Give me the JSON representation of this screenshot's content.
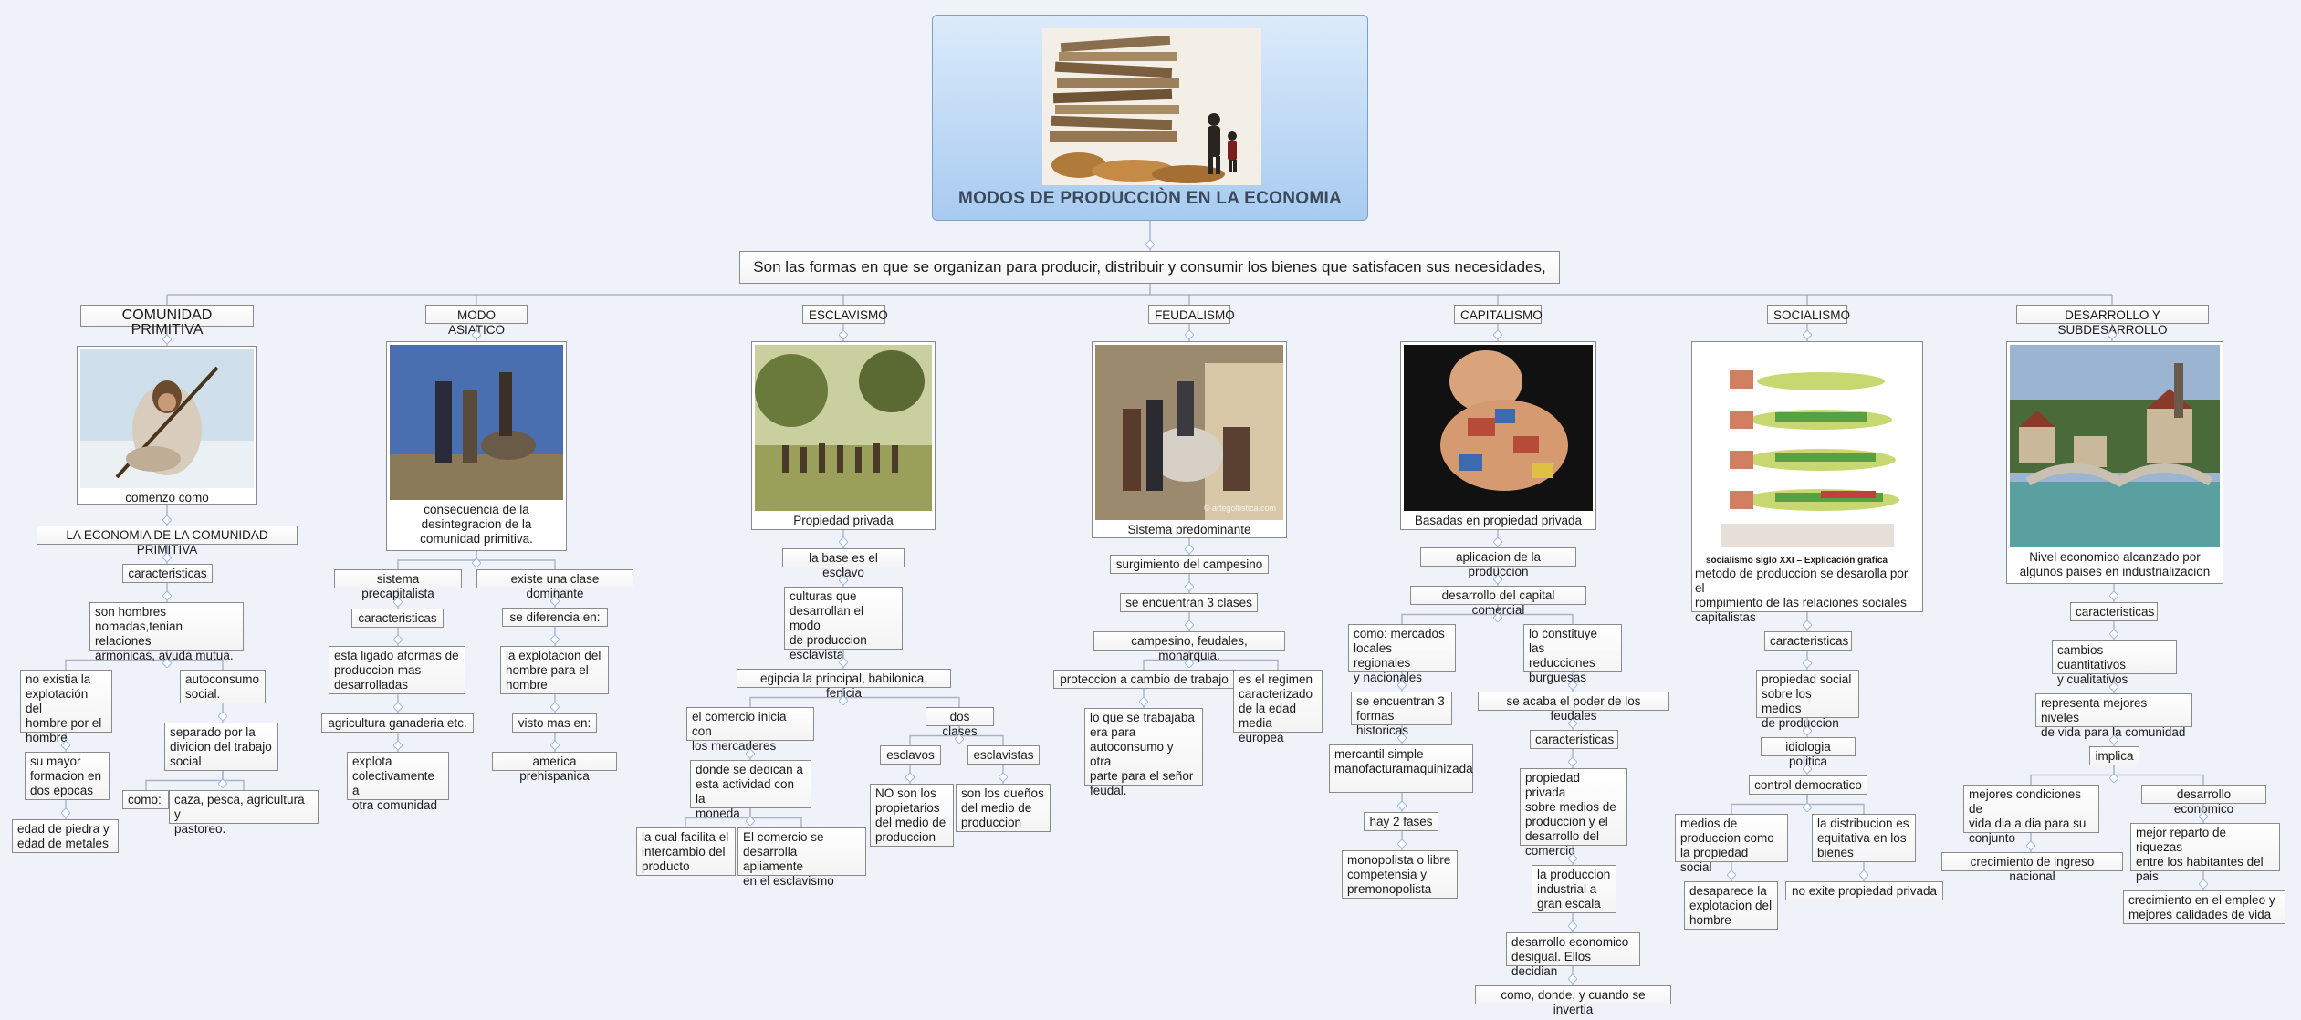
{
  "root": {
    "title": "MODOS DE PRODUCCIÒN EN LA ECONOMIA"
  },
  "definition": "Son las formas en que se organizan para producir, distribuir y consumir los bienes que satisfacen sus necesidades,",
  "branches": {
    "primitiva": {
      "topic": "COMUNIDAD PRIMITIVA",
      "caption": "comenzo como",
      "nodes": [
        "LA ECONOMIA DE LA COMUNIDAD PRIMITIVA",
        "caracteristicas",
        "son hombres\nnomadas,tenian relaciones\narmonicas, ayuda mutua.",
        "no existia la\nexplotación del\nhombre por el\nhombre",
        "su mayor\nformacion en\ndos epocas",
        "edad de piedra y\nedad de metales",
        "autoconsumo\nsocial.",
        "separado  por la\ndivicion del trabajo\nsocial",
        "como:",
        "caza, pesca, agricultura y\npastoreo."
      ]
    },
    "asiatico": {
      "topic": "MODO ASIATICO",
      "caption": "consecuencia de la\ndesintegracion de la\ncomunidad primitiva.",
      "nodes": [
        "sistema precapitalista",
        "caracteristicas",
        "esta ligado aformas de\nproduccion mas\ndesarrolladas",
        "agricultura ganaderia  etc.",
        "explota\ncolectivamente a\notra comunidad",
        "existe una clase dominante",
        "se diferencia en:",
        "la explotacion del\nhombre para el\nhombre",
        "visto mas en:",
        "america prehispanica"
      ]
    },
    "esclavismo": {
      "topic": "ESCLAVISMO",
      "caption": "Propiedad privada",
      "nodes": [
        "la base es el esclavo",
        "culturas que\ndesarrollan el modo\nde produccion\nesclavista",
        "egipcia la principal, babilonica, fenicia",
        "el comercio inicia con\nlos mercaderes",
        "donde se dedican  a\nesta actividad con la\nmoneda",
        "la cual facilita el\nintercambio del\nproducto",
        "El comercio se\ndesarrolla apliamente\nen el esclavismo",
        "dos clases",
        "esclavos",
        "NO son los\npropietarios\ndel medio de\nproduccion",
        "esclavistas",
        "son los dueños\ndel medio de\nproduccion"
      ]
    },
    "feudalismo": {
      "topic": "FEUDALISMO",
      "caption": "Sistema predominante",
      "watermark": "© artegolfistica.com",
      "nodes": [
        "surgimiento del campesino",
        "se encuentran 3 clases",
        "campesino, feudales, monarquia.",
        "proteccion a cambio de trabajo",
        "lo que se trabajaba\nera para\nautoconsumo y otra\nparte para el señor\nfeudal.",
        "es el regimen\ncaracterizado\nde la edad\nmedia europea"
      ]
    },
    "capitalismo": {
      "topic": "CAPITALISMO",
      "caption": "Basadas en propiedad privada",
      "nodes": [
        "aplicacion de la produccion",
        "desarrollo del capital comercial",
        "como: mercados\nlocales regionales\ny nacionales",
        "se encuentran 3\nformas historicas",
        "mercantil simple\nmanofacturamaquinizada",
        "hay 2 fases",
        "monopolista o libre\ncompetensia y\npremonopolista",
        "lo constituye las\nreducciones\nburguesas",
        "se acaba el poder de los feudales",
        "caracteristicas",
        "propiedad privada\nsobre medios de\nproduccion y el\ndesarrollo del\ncomercio",
        "la produccion\nindustrial a\ngran escala",
        "desarrollo economico\ndesigual. Ellos decidian",
        "como, donde, y cuando se invertia"
      ]
    },
    "socialismo": {
      "topic": "SOCIALISMO",
      "image_caption": "socialismo siglo XXI – Explicación grafica",
      "caption": "metodo de produccion se desarolla por el\nrompimiento de las relaciones sociales\ncapitalistas",
      "nodes": [
        "caracteristicas",
        "propiedad social\nsobre los medios\nde produccion",
        "idiologia politica",
        "control democratico",
        "medios de\nproduccion  como\nla propiedad social",
        "desaparece la\nexplotacion del\nhombre",
        "la distribucion  es\nequitativa en los\nbienes",
        "no exite propiedad privada"
      ]
    },
    "desarrollo": {
      "topic": "DESARROLLO Y SUBDESARROLLO",
      "caption": "Nivel economico alcanzado por\nalgunos paises en industrializacion",
      "nodes": [
        "caracteristicas",
        "cambios cuantitativos\ny cualitativos",
        "representa mejores niveles\nde vida para la comunidad",
        "implica",
        "mejores condiciones de\nvida dia a dia para su\nconjunto",
        "crecimiento de ingreso nacional",
        "desarrollo economico",
        "mejor reparto de riquezas\nentre los habitantes del\npais",
        "crecimiento en el empleo  y\nmejores calidades de vida"
      ]
    }
  },
  "colors": {
    "background": "#eff2f8",
    "line": "#a7b4c8",
    "root_top": "#dcebfb",
    "root_bottom": "#a8cbf0",
    "junction": "#9db8e6"
  }
}
